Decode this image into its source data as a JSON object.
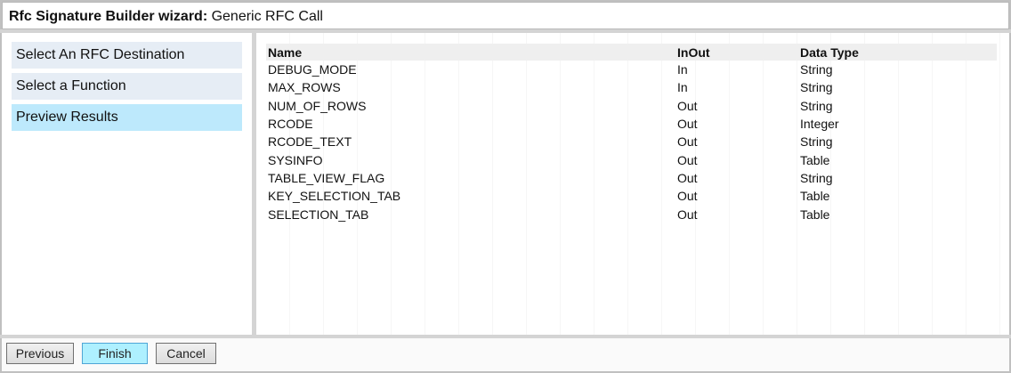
{
  "title": {
    "bold": "Rfc Signature Builder wizard:",
    "rest": " Generic RFC Call"
  },
  "steps": [
    {
      "label": "Select An RFC Destination",
      "active": false
    },
    {
      "label": "Select a Function",
      "active": false
    },
    {
      "label": "Preview Results",
      "active": true
    }
  ],
  "table": {
    "headers": {
      "name": "Name",
      "inout": "InOut",
      "type": "Data Type"
    },
    "rows": [
      {
        "name": "DEBUG_MODE",
        "inout": "In",
        "type": "String"
      },
      {
        "name": "MAX_ROWS",
        "inout": "In",
        "type": "String"
      },
      {
        "name": "NUM_OF_ROWS",
        "inout": "Out",
        "type": "String"
      },
      {
        "name": "RCODE",
        "inout": "Out",
        "type": "Integer"
      },
      {
        "name": "RCODE_TEXT",
        "inout": "Out",
        "type": "String"
      },
      {
        "name": "SYSINFO",
        "inout": "Out",
        "type": "Table"
      },
      {
        "name": "TABLE_VIEW_FLAG",
        "inout": "Out",
        "type": "String"
      },
      {
        "name": "KEY_SELECTION_TAB",
        "inout": "Out",
        "type": "Table"
      },
      {
        "name": "SELECTION_TAB",
        "inout": "Out",
        "type": "Table"
      }
    ]
  },
  "buttons": {
    "previous": "Previous",
    "finish": "Finish",
    "cancel": "Cancel"
  },
  "colors": {
    "active_step": "#bde9fc",
    "inactive_step": "#e6edf5",
    "finish_button": "#aef0ff"
  }
}
